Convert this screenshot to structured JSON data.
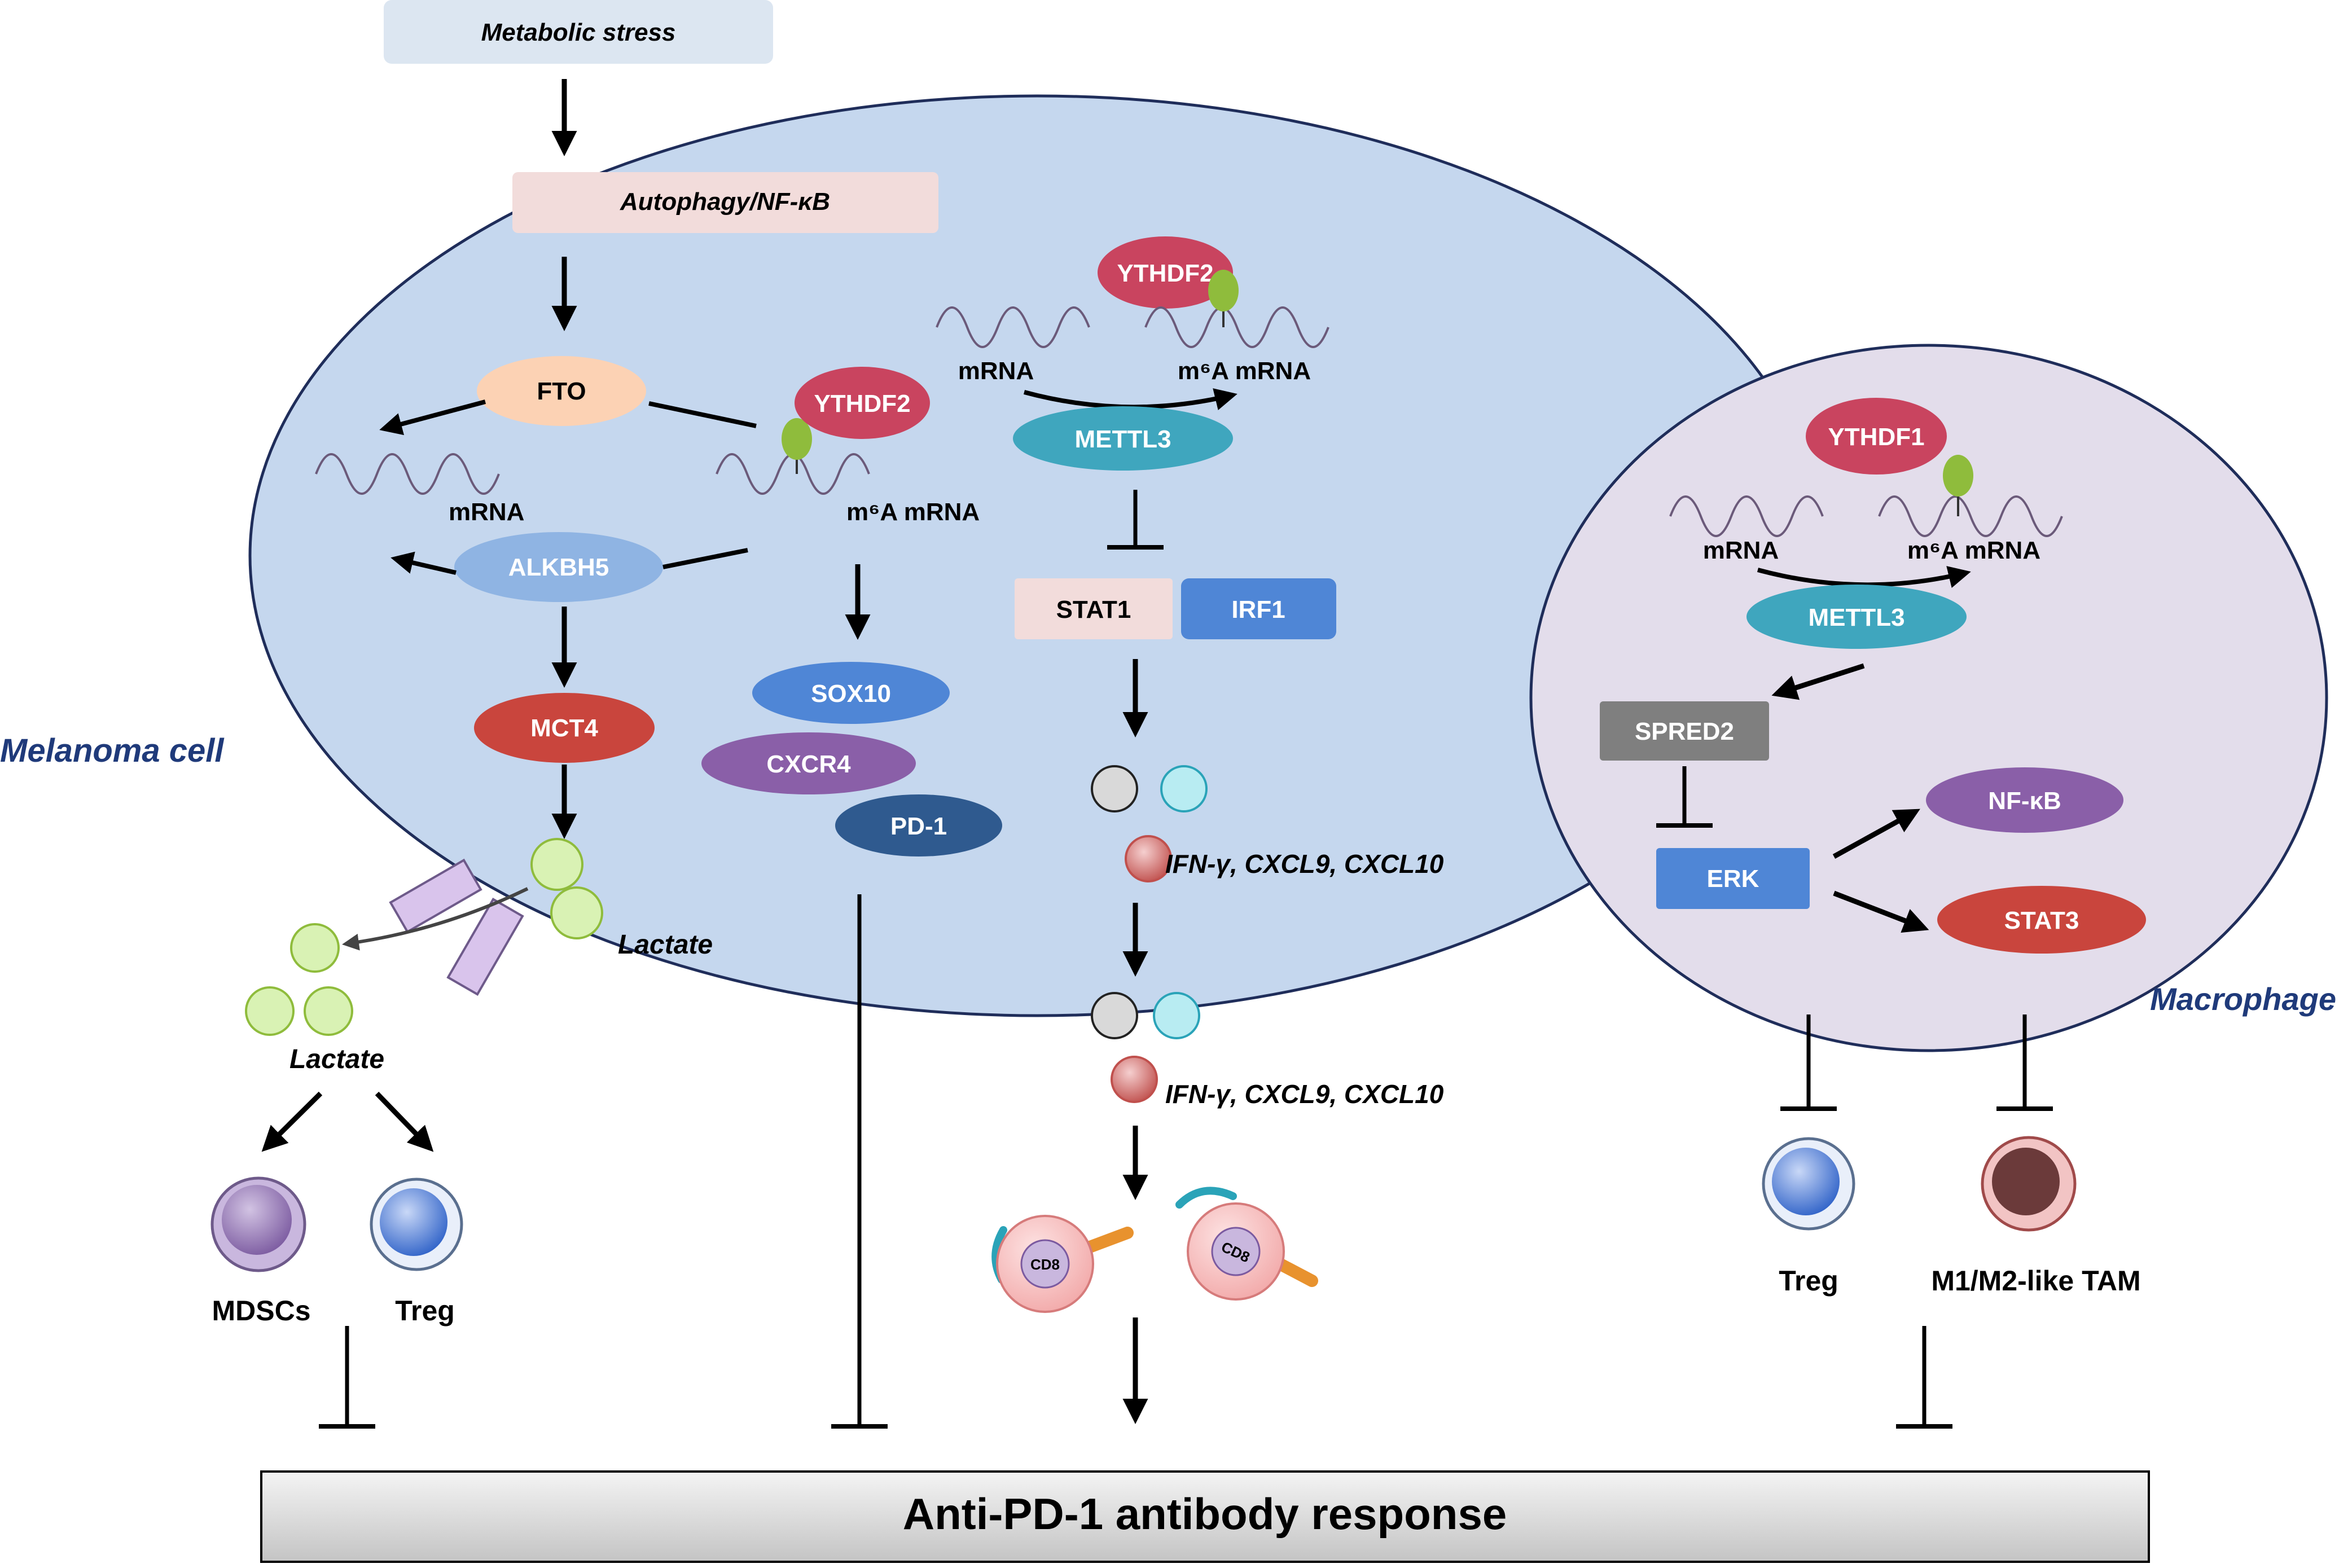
{
  "colors": {
    "melanoma_fill": "#c5d7ee",
    "macrophage_fill": "#e3ddeb",
    "cell_stroke": "#1f2d5a",
    "arrow": "#000000",
    "label_blue": "#1f3a7a",
    "fto": "#fcd2b4",
    "ythdf": "#c9445f",
    "alkbh5": "#8fb4e3",
    "mct4": "#c9453d",
    "sox10": "#4f86d6",
    "cxcr4": "#8a5fa8",
    "pd1": "#2f5a8f",
    "mettl3": "#3fa6be",
    "stat1": "#f2dcdb",
    "irf1": "#4f86d6",
    "spred2": "#7f7f7f",
    "erk": "#4f86d6",
    "nfkb": "#8a5fa8",
    "stat3": "#c9453d",
    "stress_box": "#dce6f1",
    "autophagy_box": "#f2dcdb",
    "response_bar": "#d9d9d9",
    "m6a_dot": "#8fbc3c",
    "lactate_dot": "#d9f2b4",
    "transporter": "#d9c4ec"
  },
  "labels": {
    "metabolic_stress": "Metabolic stress",
    "autophagy": "Autophagy/NF-κB",
    "fto": "FTO",
    "ythdf2": "YTHDF2",
    "mrna": "mRNA",
    "m6a_mrna": "m⁶A mRNA",
    "alkbh5": "ALKBH5",
    "mct4": "MCT4",
    "lactate": "Lactate",
    "sox10": "SOX10",
    "cxcr4": "CXCR4",
    "pd1": "PD-1",
    "mettl3": "METTL3",
    "stat1": "STAT1",
    "irf1": "IRF1",
    "ifn_cxcl": "IFN-γ, CXCL9, CXCL10",
    "cd8": "CD8",
    "melanoma_cell": "Melanoma cell",
    "mdscs": "MDSCs",
    "treg": "Treg",
    "ythdf1": "YTHDF1",
    "spred2": "SPRED2",
    "erk": "ERK",
    "nfkb": "NF-κB",
    "stat3": "STAT3",
    "macrophage": "Macrophage",
    "tam": "M1/M2-like TAM",
    "response": "Anti-PD-1 antibody response"
  }
}
